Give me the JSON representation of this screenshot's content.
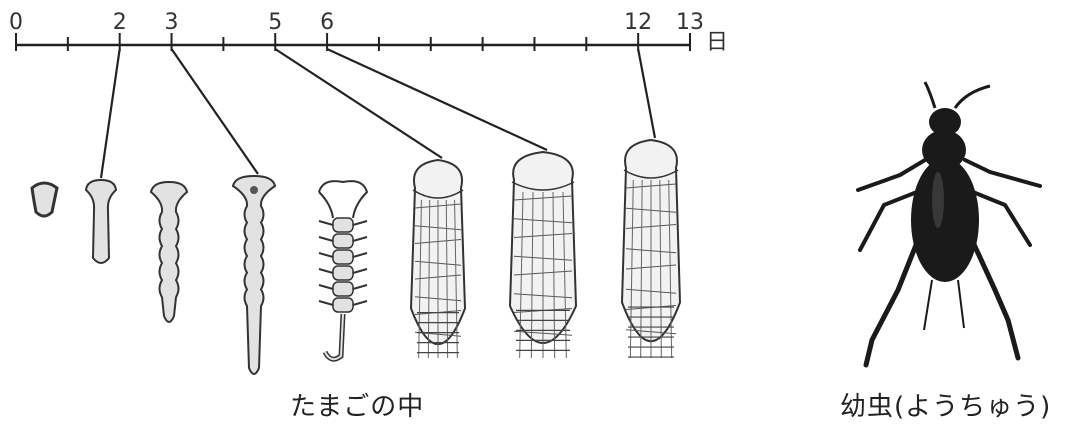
{
  "timeline": {
    "unit": "日",
    "max_day": 13,
    "labeled_days": [
      0,
      2,
      3,
      5,
      6,
      12,
      13
    ],
    "minor_ticks": [
      1,
      4,
      7,
      8,
      9,
      10,
      11
    ]
  },
  "embryo_stages": [
    {
      "day": null
    },
    {
      "day": 2
    },
    {
      "day": null
    },
    {
      "day": 3
    },
    {
      "day": null
    },
    {
      "day": 5
    },
    {
      "day": 6
    },
    {
      "day": 12
    }
  ],
  "captions": {
    "egg": "たまごの中",
    "larva": "幼虫(ようちゅう)"
  }
}
